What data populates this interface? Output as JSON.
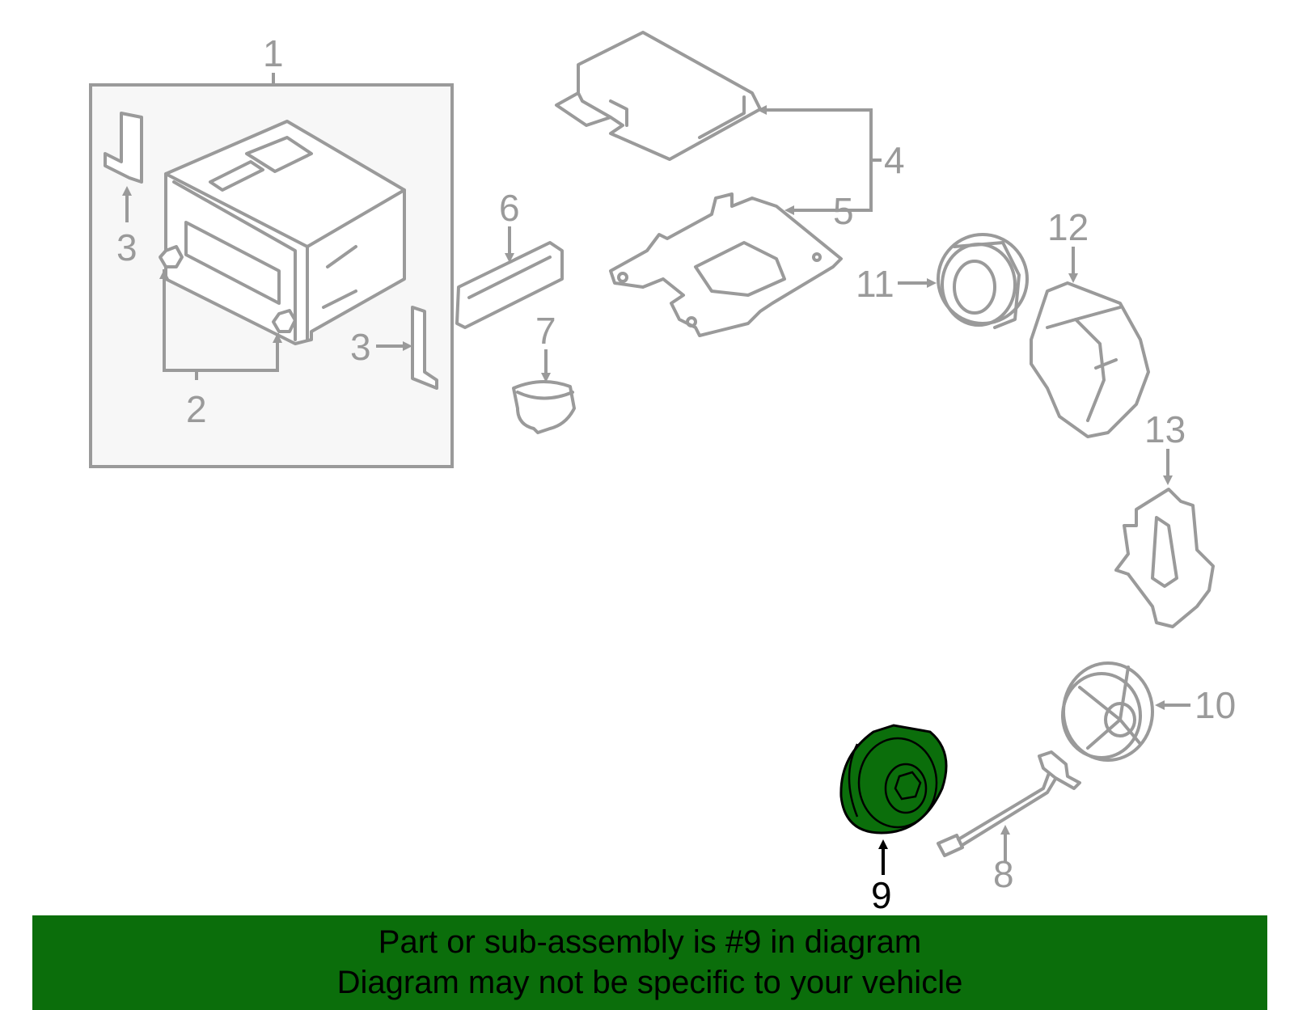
{
  "callouts": {
    "c1": "1",
    "c2": "2",
    "c3a": "3",
    "c3b": "3",
    "c4": "4",
    "c5": "5",
    "c6": "6",
    "c7": "7",
    "c8": "8",
    "c9": "9",
    "c10": "10",
    "c11": "11",
    "c12": "12",
    "c13": "13"
  },
  "highlighted_part": "9",
  "banner": {
    "line1": "Part or sub-assembly is #9 in diagram",
    "line2": "Diagram may not be specific to your vehicle"
  },
  "colors": {
    "highlight": "#0b6e0b",
    "line": "#9a9a9a",
    "inset_bg": "#f7f7f7"
  },
  "icons": {
    "1": "radio-head-unit-icon",
    "2": "screw-icon",
    "3": "bracket-icon",
    "4": "amplifier-module-icon",
    "5": "mounting-bracket-icon",
    "6": "trim-strip-icon",
    "7": "speaker-cap-icon",
    "8": "wire-harness-icon",
    "9": "speaker-icon",
    "10": "speaker-icon",
    "11": "tweeter-icon",
    "12": "subwoofer-enclosure-icon",
    "13": "speaker-cover-icon"
  }
}
